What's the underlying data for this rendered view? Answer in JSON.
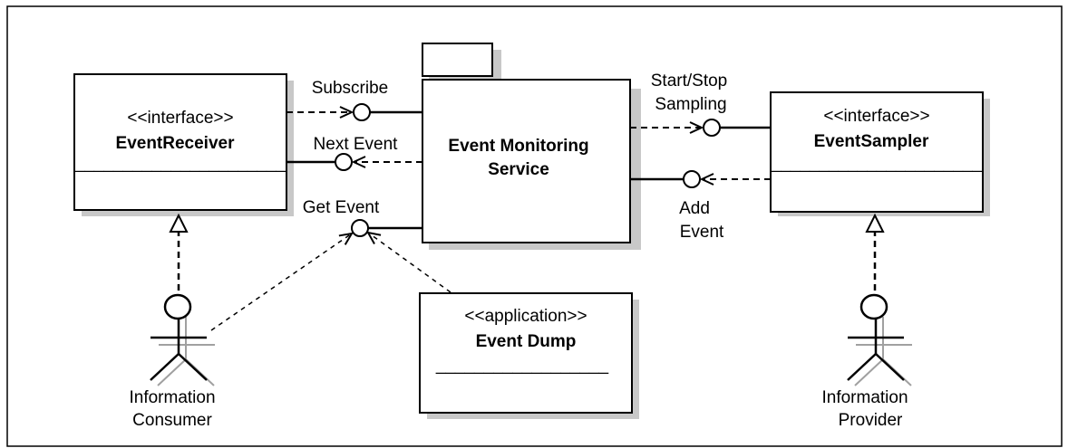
{
  "event_receiver": {
    "stereotype": "<<interface>>",
    "name": "EventReceiver",
    "separator": "______________________"
  },
  "event_monitoring_service": {
    "name_line1": "Event Monitoring",
    "name_line2": "Service"
  },
  "event_sampler": {
    "stereotype": "<<interface>>",
    "name": "EventSampler",
    "separator": "______________________"
  },
  "event_dump": {
    "stereotype": "<<application>>",
    "name": "Event Dump",
    "separator": "__________________"
  },
  "interfaces": {
    "subscribe": "Subscribe",
    "next_event": "Next Event",
    "get_event": "Get Event",
    "start_stop_line1": "Start/Stop",
    "start_stop_line2": "Sampling",
    "add_event_line1": "Add",
    "add_event_line2": "Event"
  },
  "actors": {
    "consumer_line1": "Information",
    "consumer_line2": "Consumer",
    "provider_line1": "Information",
    "provider_line2": "Provider"
  }
}
